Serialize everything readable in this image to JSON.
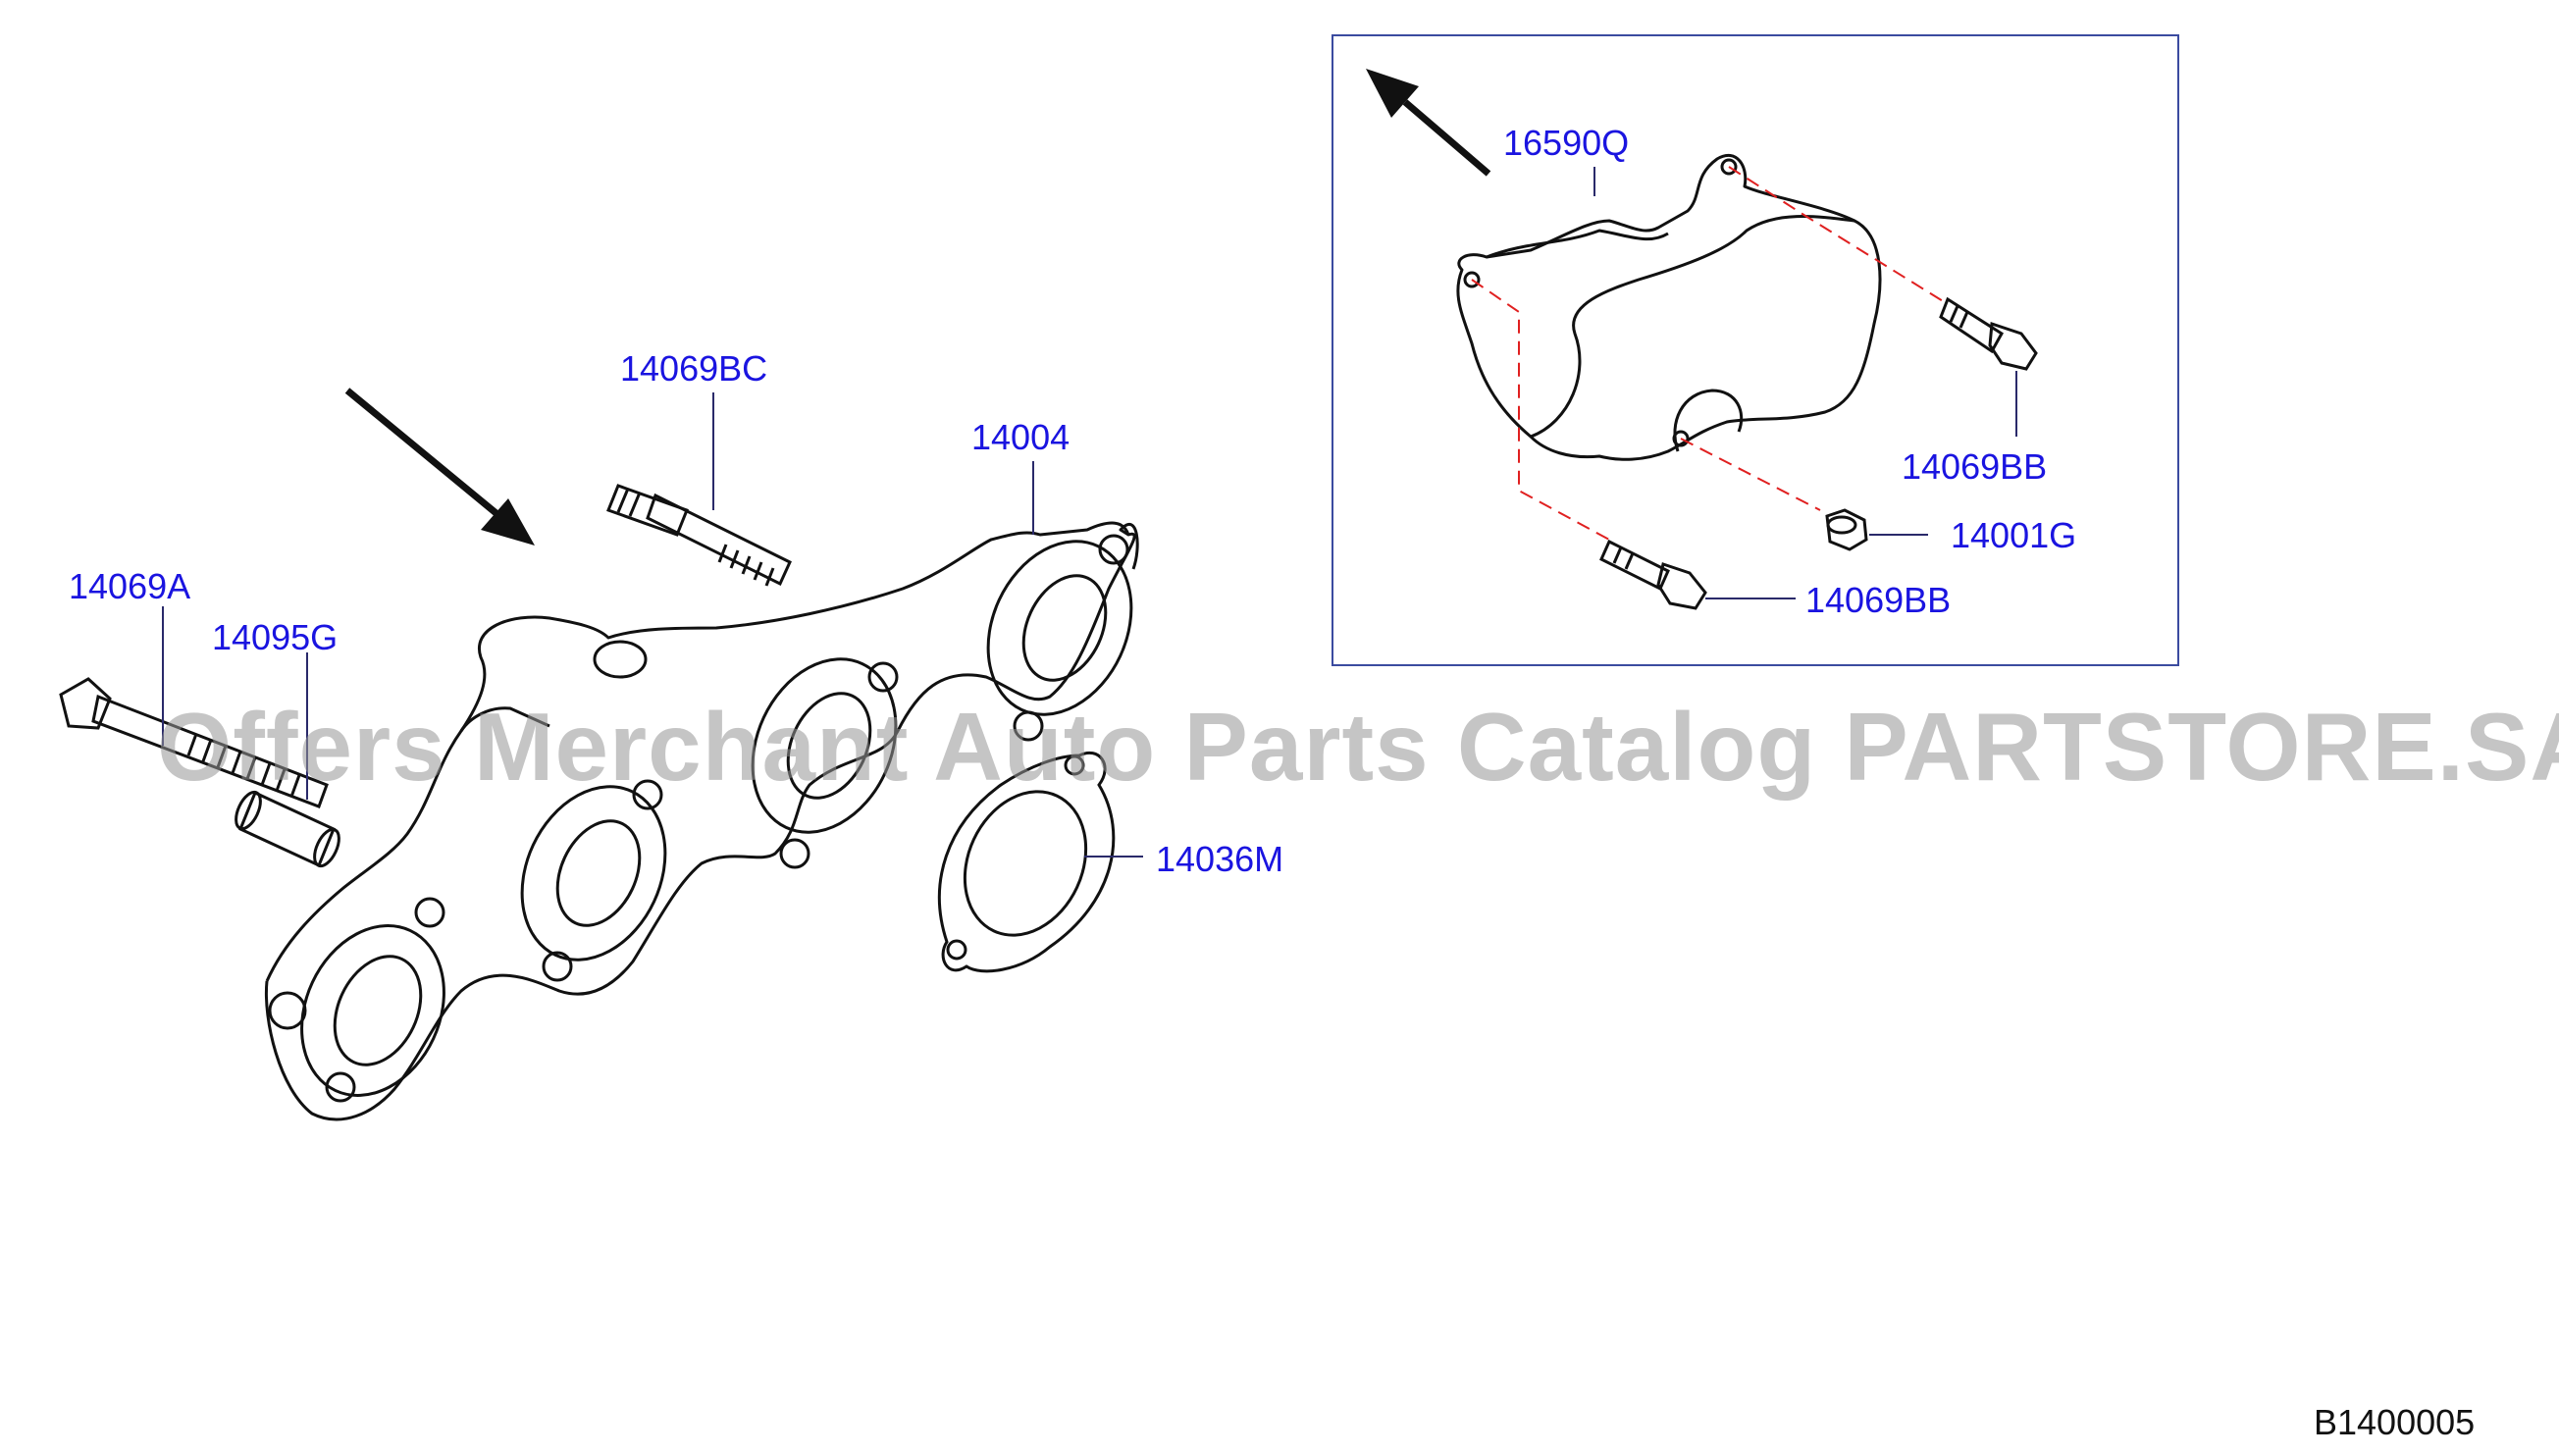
{
  "diagram": {
    "parts": {
      "manifold": "14004",
      "stud_upper": "14069BC",
      "stud_long": "14069A",
      "spacer": "14095G",
      "gasket": "14036M",
      "heat_insulator": "16590Q",
      "bolt_right": "14069BB",
      "nut": "14001G",
      "bolt_lower": "14069BB"
    },
    "reference_code": "B1400005",
    "watermark": "Offers Merchant Auto Parts Catalog PARTSTORE.SA",
    "colors": {
      "label": "#1a14e0",
      "line": "#111111",
      "leader": "#2a2a6a",
      "detail_frame": "#3b4ba0",
      "phantom": "#e02020"
    }
  }
}
